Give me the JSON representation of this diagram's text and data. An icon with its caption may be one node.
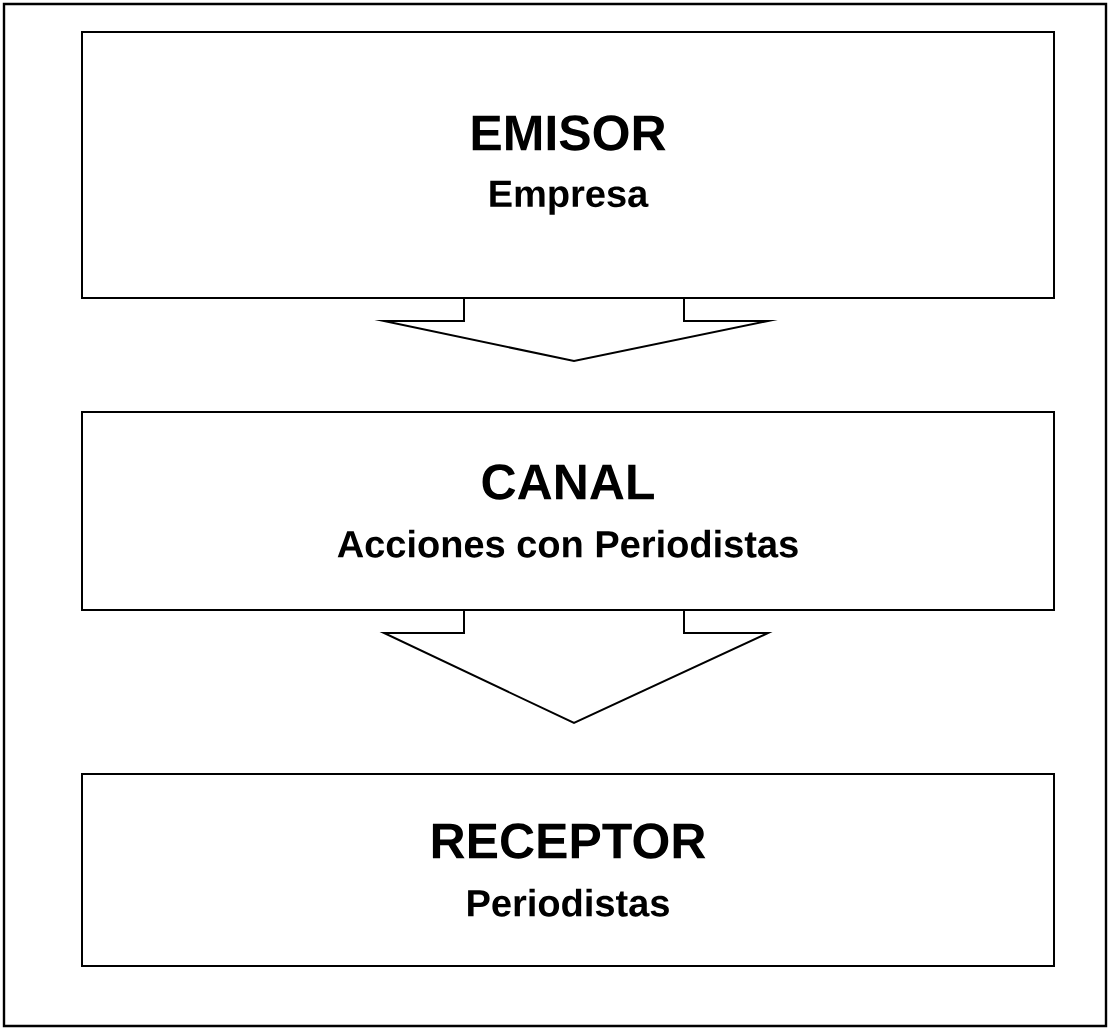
{
  "diagram": {
    "nodes": [
      {
        "text": [
          "EMISOR",
          "Empresa"
        ]
      },
      {
        "text": [
          "CANAL",
          "Acciones con Periodistas"
        ]
      },
      {
        "text": [
          "RECEPTOR",
          "Periodistas"
        ]
      }
    ],
    "edges": [
      {
        "from": 0,
        "to": 1,
        "arrow": "to"
      },
      {
        "from": 1,
        "to": 2,
        "arrow": "to"
      }
    ]
  }
}
